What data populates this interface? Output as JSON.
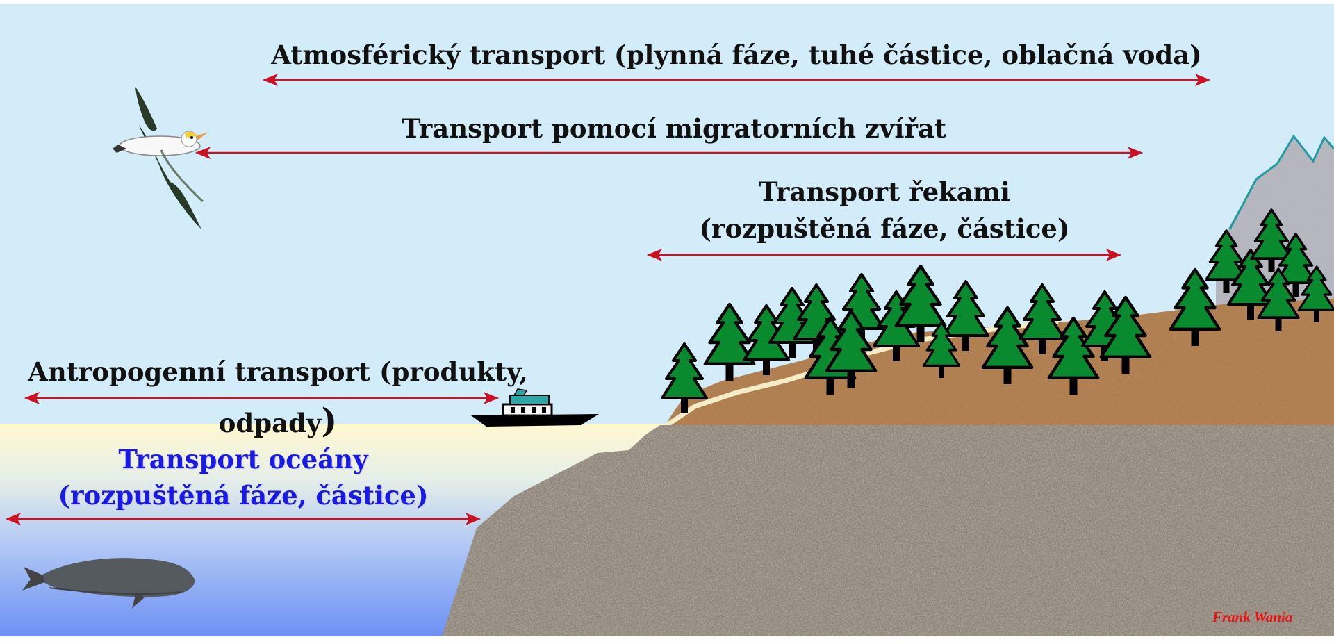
{
  "labels": {
    "atmospheric": "Atmosférický transport (plynná fáze, tuhé částice, oblačná voda)",
    "migratory": "Transport pomocí migratorních zvířat",
    "rivers_line1": "Transport řekami",
    "rivers_line2": "(rozpuštěná fáze, částice)",
    "anthropogenic_line1": "Antropogenní transport (produkty,",
    "anthropogenic_line2": "odpady",
    "anthropogenic_paren": ")",
    "ocean_line1": "Transport oceány",
    "ocean_line2": "(rozpuštěná fáze, částice)"
  },
  "credit": "Frank Wania",
  "colors": {
    "sky": "#d2ecfa",
    "arrow": "#cc1122",
    "ocean_label": "#1a1ae6",
    "tree": "#0a8a2e",
    "soil": "#b07a48",
    "rock": "#8e8478"
  },
  "icons": [
    "albatross-icon",
    "whale-icon",
    "ship-icon",
    "mountain-icon",
    "tree-icon"
  ]
}
